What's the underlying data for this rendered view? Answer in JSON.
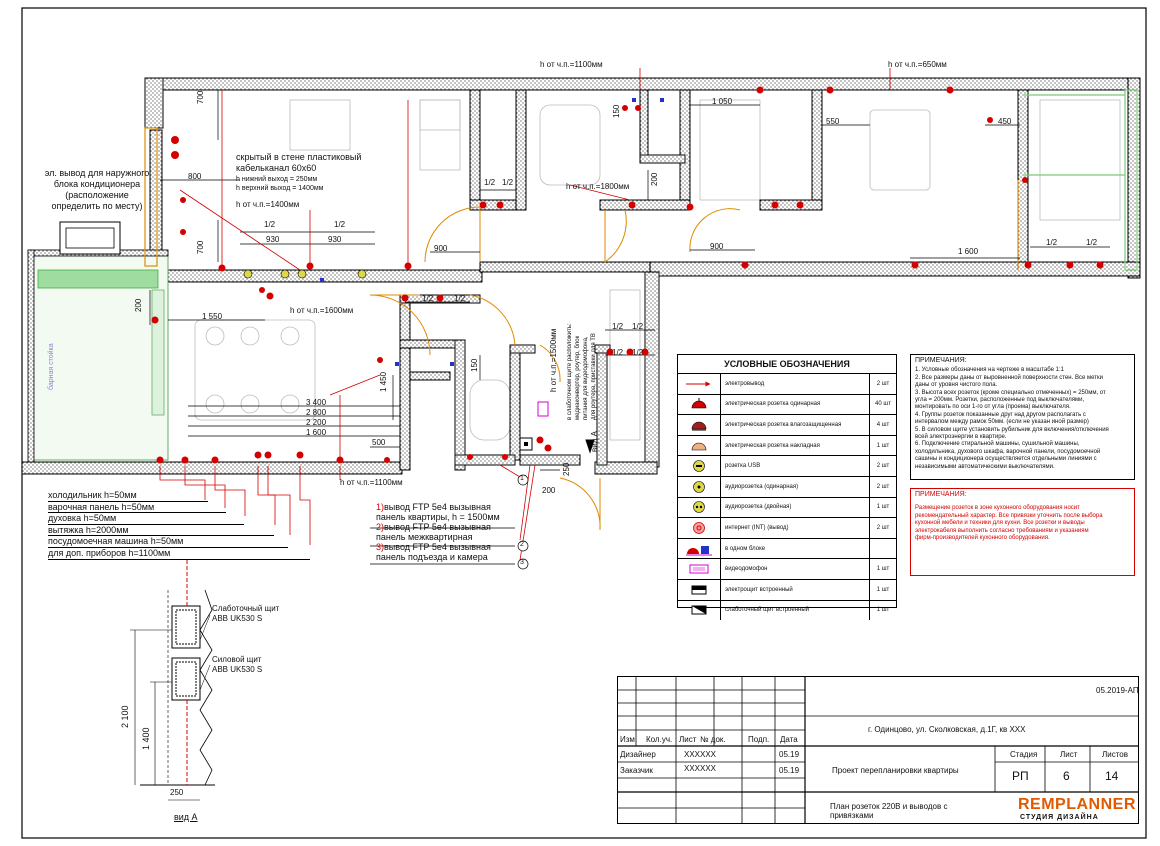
{
  "plan_labels": {
    "h1100_top": "h от ч.п.=1100мм",
    "h650_top": "h от ч.п.=650мм",
    "h1400": "h от ч.п.=1400мм",
    "h1800": "h от ч.п.=1800мм",
    "h1600": "h от ч.п.=1600мм",
    "h1100_bottom": "h от ч.п.=1100мм",
    "h1500_vertical": "h от ч.п.=1500мм",
    "cable_channel": [
      "скрытый в стене пластиковый",
      "кабельканал 60х60"
    ],
    "cable_low": "h нижний выход = 250мм",
    "cable_high": "h верхний выход = 1400мм",
    "ac_note": [
      "эл. вывод для наружного",
      "блока кондиционера",
      "(расположение",
      "определить по месту)"
    ],
    "panel_note": [
      "в слаботочном щите расположить:",
      "медиаконвертер, роутер, блок",
      "питания для видеодомофона,",
      "для роутера, приставки для ТВ"
    ],
    "view_a_mark": "вид А",
    "balcony_text": "барная стойка"
  },
  "dimensions": {
    "d700a": "700",
    "d800": "800",
    "d700b": "700",
    "d200a": "200",
    "d930a": "930",
    "d930b": "930",
    "half": "1/2",
    "d900a": "900",
    "d900b": "900",
    "d1050": "1 050",
    "d550": "550",
    "d450": "450",
    "d1600": "1 600",
    "d200b": "200",
    "d150a": "150",
    "d150b": "150",
    "d1550": "1 550",
    "d1450": "1 450",
    "d3400": "3 400",
    "d2800": "2 800",
    "d2200": "2 200",
    "d1600b": "1 600",
    "d500": "500",
    "d250": "250",
    "d200c": "200"
  },
  "appliances": [
    "холодильник h=50мм",
    "варочная панель h=50мм",
    "духовка h=50мм",
    "вытяжка h=2000мм",
    "посудомоечная машина h=50мм",
    "для доп. приборов h=1100мм"
  ],
  "ftp_notes": [
    {
      "num": "1)",
      "text": "вывод FTP 5е4 вызывная",
      "text2": "панель квартиры, h = 1500мм",
      "circle": "1"
    },
    {
      "num": "2)",
      "text": "вывод FTP 5е4 вызывная",
      "text2": "панель межквартирная",
      "circle": "2"
    },
    {
      "num": "3)",
      "text": "вывод FTP 5е4 вызывная",
      "text2": "панель подъезда и камера",
      "circle": "3"
    }
  ],
  "view_a": {
    "weak_panel": [
      "Слаботочный щит",
      "ABB UK530 S"
    ],
    "power_panel": [
      "Силовой щит",
      "ABB UK530 S"
    ],
    "dim_2100": "2 100",
    "dim_1400": "1 400",
    "dim_250": "250",
    "title": "вид А"
  },
  "legend": {
    "title": "УСЛОВНЫЕ ОБОЗНАЧЕНИЯ",
    "rows": [
      {
        "name": "электровывод",
        "qty": "2 шт",
        "icon": "arrow-icon"
      },
      {
        "name": "электрическая розетка одинарная",
        "qty": "40 шт",
        "icon": "socket-single-icon"
      },
      {
        "name": "электрическая розетка влагозащищенная",
        "qty": "4 шт",
        "icon": "socket-waterproof-icon"
      },
      {
        "name": "электрическая розетка накладная",
        "qty": "1 шт",
        "icon": "socket-surface-icon"
      },
      {
        "name": "розетка USB",
        "qty": "2 шт",
        "icon": "usb-socket-icon"
      },
      {
        "name": "аудиорозетка (одинарная)",
        "qty": "2 шт",
        "icon": "audio-socket-single-icon"
      },
      {
        "name": "аудиорозетка (двойная)",
        "qty": "1 шт",
        "icon": "audio-socket-double-icon"
      },
      {
        "name": "интернет (INT) (вывод)",
        "qty": "2 шт",
        "icon": "internet-socket-icon"
      },
      {
        "name": "в одном блоке",
        "qty": "",
        "icon": "combined-block-icon"
      },
      {
        "name": "видеодомофон",
        "qty": "1 шт",
        "icon": "videophone-icon"
      },
      {
        "name": "электрощит встроенный",
        "qty": "1 шт",
        "icon": "power-panel-icon"
      },
      {
        "name": "слаботочный щит встроенный",
        "qty": "1 шт",
        "icon": "weak-panel-icon"
      }
    ]
  },
  "notes": {
    "title": "ПРИМЕЧАНИЯ:",
    "lines": [
      "1. Условные обозначения на чертеже в масштабе 1:1",
      "2. Все размеры даны от выровненной поверхности стен. Все метки",
      "даны от уровня чистого пола.",
      "3. Высота всех розеток (кроме специально отмеченных) = 250мм, от",
      "угла = 200мм. Розетки, расположенные под выключателями,",
      "монтировать по оси 1-го от угла (проема) выключателя.",
      "4. Группы розеток показанные друг над другом располагать с",
      "интервалом между рамок 50мм. (если не указан иной размер)",
      "5. В силовом щите установить рубильник для включения/отключения",
      "всей электроэнергии в квартире.",
      "6. Подключение стиральной машины, сушильной машины,",
      "холодильника, духового шкафа, варочной панели, посудомоечной",
      "сашины и кондиционера осуществляется отдельными линиями с",
      "независимыми автоматическими выключателями."
    ]
  },
  "notes_red": {
    "title": "ПРИМЕЧАНИЯ:",
    "lines": [
      "Размещение розеток в зоне кухонного оборудования носит",
      "рекомендательный характер. Все привязки уточнить после выбора",
      "кухонной мебели и техники для кухни. Все розетки и выводы",
      "электрокабеля выполнить согласно требованиям и указаниям",
      "фирм-производителей кухонного оборудования."
    ]
  },
  "title_block": {
    "code": "05.2019-АП",
    "address": "г. Одинцово, ул. Сколковская, д.1Г, кв  ХХХ",
    "h_izm": "Изм.",
    "h_kol": "Кол.уч.",
    "h_list": "Лист",
    "h_doc": "№ док.",
    "h_podp": "Подп.",
    "h_date": "Дата",
    "designer_label": "Дизайнер",
    "designer_name": "XXXXXX",
    "designer_date": "05.19",
    "customer_label": "Заказчик",
    "customer_name": "XXXXXX",
    "customer_date": "05.19",
    "project": "Проект перепланировки квартиры",
    "h_stage": "Стадия",
    "h_sheet": "Лист",
    "h_sheets": "Листов",
    "stage": "РП",
    "sheet": "6",
    "sheets": "14",
    "sheet_title": [
      "План розеток 220В и выводов с",
      "привязками"
    ],
    "logo_main": "REMPLANNER",
    "logo_sub": "СТУДИЯ ДИЗАЙНА"
  }
}
